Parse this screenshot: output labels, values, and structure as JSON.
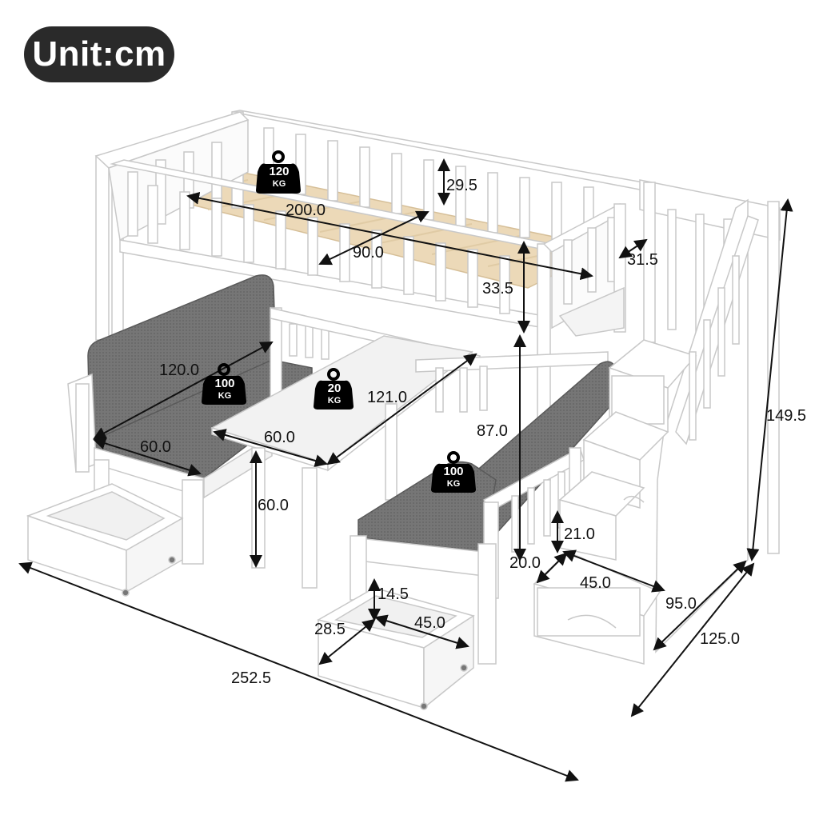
{
  "unit_badge": "Unit:cm",
  "weights": [
    {
      "num": "120",
      "unit": "KG"
    },
    {
      "num": "100",
      "unit": "KG"
    },
    {
      "num": "20",
      "unit": "KG"
    },
    {
      "num": "100",
      "unit": "KG"
    }
  ],
  "dimensions": {
    "bed_length": "200.0",
    "guardrail_height": "29.5",
    "bed_width": "90.0",
    "stair_side_rail": "31.5",
    "bed_frame_height": "33.5",
    "sofa_length": "120.0",
    "table_length": "121.0",
    "sofa_depth": "60.0",
    "table_width": "60.0",
    "sofa2_length": "87.0",
    "table_height": "60.0",
    "stair_step_height": "21.0",
    "under_bed_clearance": "20.0",
    "stair_step_width": "45.0",
    "stair_depth": "95.0",
    "total_width": "125.0",
    "total_height": "149.5",
    "drawer_height": "14.5",
    "drawer_depth": "28.5",
    "drawer_width": "45.0",
    "total_length": "252.5"
  },
  "colors": {
    "frame": "#ffffff",
    "frame_edge": "#cfcfcf",
    "cushion": "#7a7a7a",
    "slats": "#ecd9b8",
    "badge": "#2a2a2a"
  }
}
